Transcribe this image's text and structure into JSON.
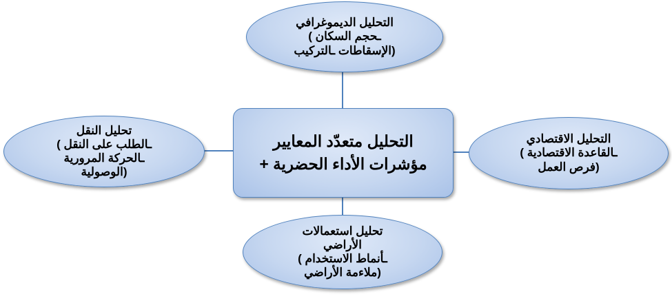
{
  "center": {
    "lines": [
      "التحليل متعدّد المعايير",
      "مؤشرات الأداء الحضرية +"
    ]
  },
  "top": {
    "lines": [
      "التحليل الديموغرافي",
      "ـحجم السكان )",
      "(الإسقاطات ـالتركيب"
    ]
  },
  "left": {
    "lines": [
      "تحليل النقل",
      "ـالطلب على النقل )",
      "ـالحركة المرورية",
      "(الوصولية"
    ]
  },
  "right": {
    "lines": [
      "التحليل الاقتصادي",
      "ـالقاعدة الاقتصادية )",
      "(فرص العمل"
    ]
  },
  "bottom": {
    "lines": [
      "تحليل استعمالات",
      "الأراضي",
      "ـأنماط الاستخدام )",
      "(ملاءمة الأراضي"
    ]
  }
}
